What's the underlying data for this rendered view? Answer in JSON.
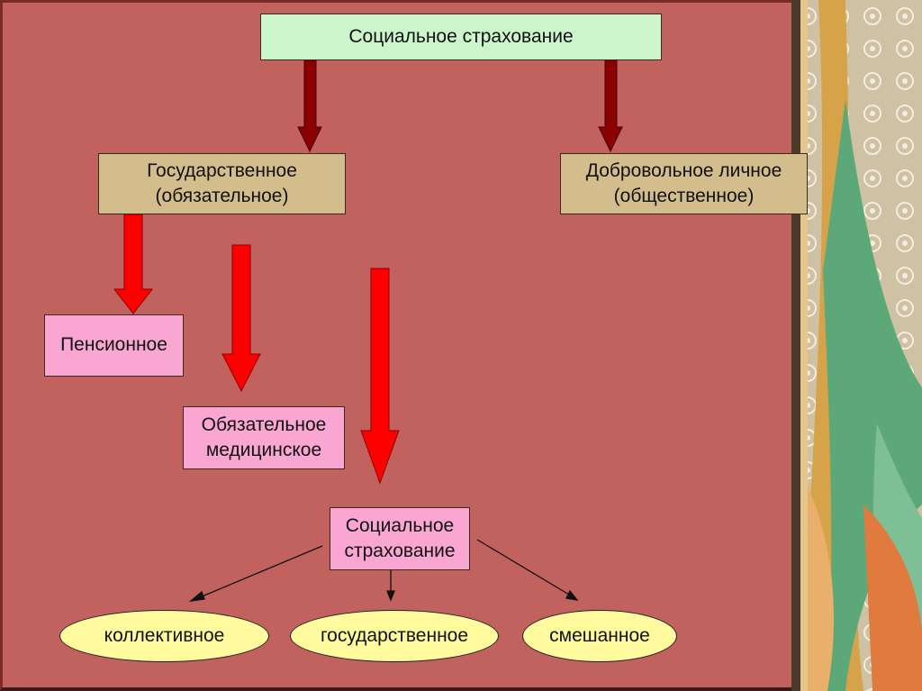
{
  "slide": {
    "top_box": "Социальное страхование",
    "state_box": "Государственное\n(обязательное)",
    "voluntary_box": "Добровольное личное\n(общественное)",
    "pension_box": "Пенсионное",
    "medical_box": "Обязательное\nмедицинское",
    "social_box": "Социальное\nстрахование",
    "ellipses": [
      "коллективное",
      "государственное",
      "смешанное"
    ]
  },
  "colors": {
    "background": "#c1625e",
    "dark_arrow": "#8b0000",
    "red_arrow": "#ff0000",
    "green_box": "#ccf5cc",
    "tan_box": "#d4bd8c",
    "pink_box": "#f9a6d2",
    "ellipse_fill": "#fffa9e"
  }
}
